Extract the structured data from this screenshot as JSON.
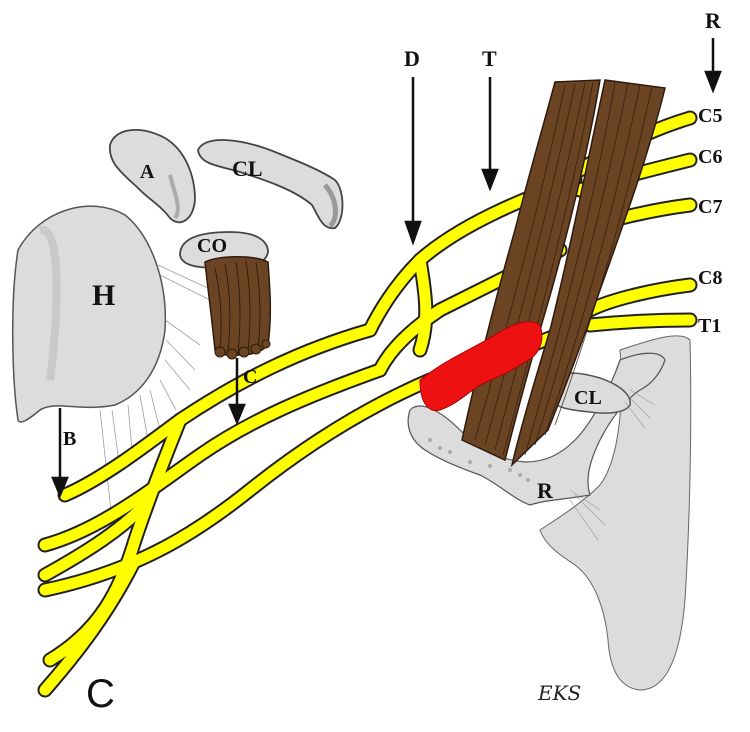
{
  "colors": {
    "bone": "#dcdcdc",
    "bone_shade": "#c4c4c4",
    "muscle": "#6b4423",
    "muscle_line": "#2e1a0c",
    "nerve": "#ffff00",
    "nerve_outline": "#222222",
    "lesion": "#ee1111",
    "arrow": "#111111"
  },
  "labels": {
    "humerus": "H",
    "acromion": "A",
    "clavicle_upper": "CL",
    "coracoid": "CO",
    "clavicle_lower": "CL",
    "first_rib": "R",
    "arrow_b": "B",
    "arrow_c": "C",
    "arrow_d": "D",
    "arrow_t": "T",
    "arrow_r": "R",
    "root_c5": "C5",
    "root_c6": "C6",
    "root_c7": "C7",
    "root_c8": "C8",
    "root_t1": "T1",
    "panel_letter": "C",
    "signature": "EKS"
  },
  "icons": {
    "humerus": "bone-shape",
    "muscle": "scalene-muscle-shape",
    "lesion": "red-blob",
    "arrows": "down-arrow"
  }
}
